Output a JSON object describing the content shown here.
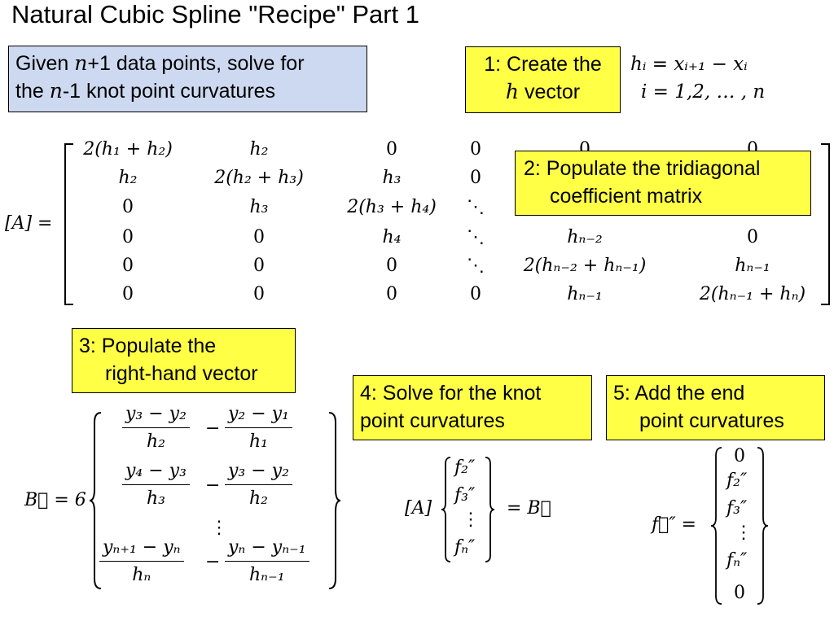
{
  "title": "Natural Cubic Spline \"Recipe\" Part 1",
  "intro": {
    "pre": "Given ",
    "n": "n",
    "mid": "+1 data points, solve for",
    "line2_pre": "the ",
    "n2": "n",
    "line2_post": "-1 knot point curvatures"
  },
  "step1": {
    "label": "1: Create the",
    "h": "h",
    "label2": " vector"
  },
  "step1_eq": {
    "line1": "hᵢ = xᵢ₊₁ − xᵢ",
    "line2": "i = 1,2, … , n"
  },
  "step2": {
    "line1": "2: Populate the tridiagonal",
    "line2": "coefficient matrix"
  },
  "step3": {
    "line1": "3: Populate the",
    "line2": "right-hand vector"
  },
  "step4": {
    "line1": "4: Solve for the knot",
    "line2": "point curvatures"
  },
  "step5": {
    "line1": "5: Add the end",
    "line2": "point curvatures"
  },
  "matrix": {
    "lhs": "[A] =",
    "rows": [
      [
        "2(h₁ + h₂)",
        "h₂",
        "0",
        "0",
        "0",
        "0"
      ],
      [
        "h₂",
        "2(h₂ + h₃)",
        "h₃",
        "0",
        "",
        ""
      ],
      [
        "0",
        "h₃",
        "2(h₃ + h₄)",
        "⋱",
        "",
        ""
      ],
      [
        "0",
        "0",
        "h₄",
        "⋱",
        "hₙ₋₂",
        "0"
      ],
      [
        "0",
        "0",
        "0",
        "⋱",
        "2(hₙ₋₂ + hₙ₋₁)",
        "hₙ₋₁"
      ],
      [
        "0",
        "0",
        "0",
        "0",
        "hₙ₋₁",
        "2(hₙ₋₁ + hₙ)"
      ]
    ]
  },
  "bvec": {
    "lhs": "B⃗ = 6",
    "r1": {
      "n1": "y₃ − y₂",
      "d1": "h₂",
      "n2": "y₂ − y₁",
      "d2": "h₁"
    },
    "r2": {
      "n1": "y₄ − y₃",
      "d1": "h₃",
      "n2": "y₃ − y₂",
      "d2": "h₂"
    },
    "dots": "⋮",
    "r3": {
      "n1": "yₙ₊₁ − yₙ",
      "d1": "hₙ",
      "n2": "yₙ − yₙ₋₁",
      "d2": "hₙ₋₁"
    },
    "minus": "−"
  },
  "solve": {
    "lhs": "[A]",
    "items": [
      "f₂″",
      "f₃″",
      "⋮",
      "fₙ″"
    ],
    "rhs": "= B⃗"
  },
  "fvec": {
    "lhs": "f⃗″ =",
    "items": [
      "0",
      "f₂″",
      "f₃″",
      "⋮",
      "fₙ″",
      "0"
    ]
  }
}
